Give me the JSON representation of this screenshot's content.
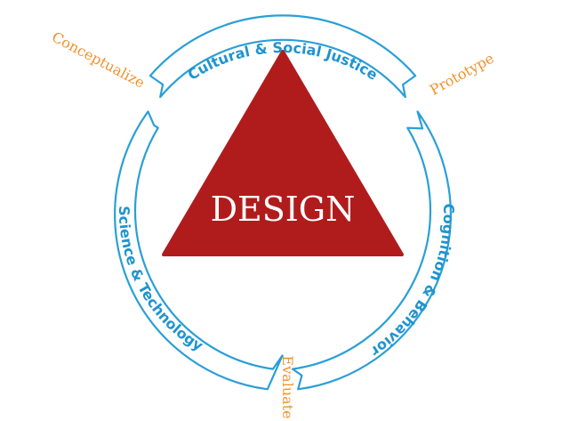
{
  "diagram": {
    "center_label": "DESIGN",
    "bands": {
      "top": "Cultural & Social Justice",
      "right": "Cognition & Behavior",
      "left": "Science & Technology"
    },
    "stages": {
      "top_left": "Conceptualize",
      "top_right": "Prototype",
      "bottom": "Evaluate"
    },
    "colors": {
      "triangle": "#b01c1c",
      "band_outline": "#2a9fd6",
      "band_text": "#1f94cf",
      "stage_text": "#f0922d",
      "center_text": "#ffffff"
    }
  }
}
